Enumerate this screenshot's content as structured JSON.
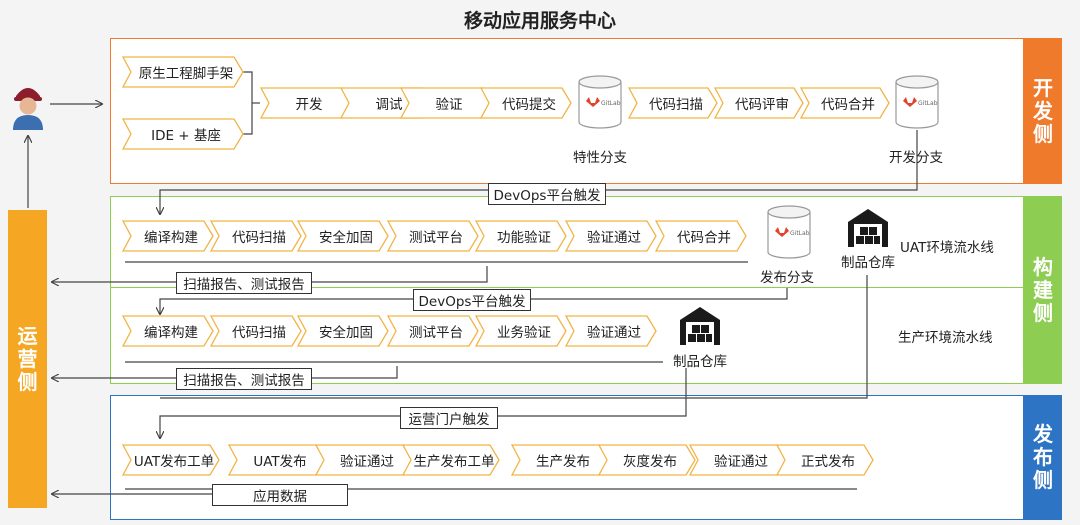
{
  "title": "移动应用服务中心",
  "colors": {
    "dev": "#f07a2b",
    "build": "#8ccd52",
    "release": "#2e74c4",
    "ops": "#f5a623",
    "chevron_border": "#f2b345"
  },
  "dev": {
    "label": "开发侧",
    "inputs": [
      "原生工程脚手架",
      "IDE + 基座"
    ],
    "steps_a": [
      "开发",
      "调试",
      "验证",
      "代码提交"
    ],
    "repo1": "特性分支",
    "steps_b": [
      "代码扫描",
      "代码评审",
      "代码合并"
    ],
    "repo2": "开发分支"
  },
  "build": {
    "label": "构建侧",
    "trigger1": "DevOps平台触发",
    "uat_steps": [
      "编译构建",
      "代码扫描",
      "安全加固",
      "测试平台",
      "功能验证",
      "验证通过",
      "代码合并"
    ],
    "uat_repo": "发布分支",
    "uat_warehouse": "制品仓库",
    "uat_name": "UAT环境流水线",
    "report1": "扫描报告、测试报告",
    "trigger2": "DevOps平台触发",
    "prod_steps": [
      "编译构建",
      "代码扫描",
      "安全加固",
      "测试平台",
      "业务验证",
      "验证通过"
    ],
    "prod_warehouse": "制品仓库",
    "prod_name": "生产环境流水线",
    "report2": "扫描报告、测试报告"
  },
  "release": {
    "label": "发布侧",
    "trigger": "运营门户触发",
    "steps": [
      "UAT发布工单",
      "UAT发布",
      "验证通过",
      "生产发布工单",
      "生产发布",
      "灰度发布",
      "验证通过",
      "正式发布"
    ],
    "data_label": "应用数据"
  },
  "ops": {
    "label": "运营侧"
  },
  "icons": {
    "repo": "gitlab-cylinder-icon",
    "warehouse": "warehouse-icon",
    "user": "user-avatar-icon",
    "gitlab_text": "GitLab"
  }
}
